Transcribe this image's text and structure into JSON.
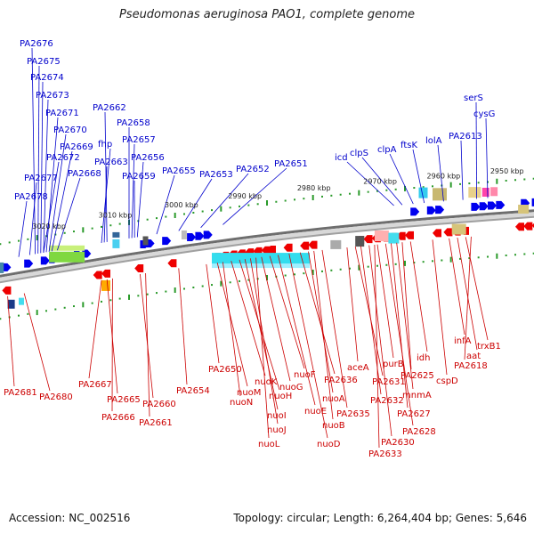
{
  "title": "Pseudomonas aeruginosa PAO1, complete genome",
  "footer": {
    "accession": "Accession: NC_002516",
    "summary": "Topology: circular; Length: 6,264,404 bp; Genes: 5,646"
  },
  "colors": {
    "forward_gene": "#0000ee",
    "reverse_gene": "#ee0000",
    "forward_label": "#0000cc",
    "reverse_label": "#cc0000",
    "backbone": "#888888",
    "tick": "#2a9a2a"
  },
  "scale": {
    "unit": "kbp",
    "labels": [
      {
        "text": "2950 kbp",
        "kbp": 2950
      },
      {
        "text": "2960 kbp",
        "kbp": 2960
      },
      {
        "text": "2970 kbp",
        "kbp": 2970
      },
      {
        "text": "2980 kbp",
        "kbp": 2980
      },
      {
        "text": "2990 kbp",
        "kbp": 2990
      },
      {
        "text": "3000 kbp",
        "kbp": 3000
      },
      {
        "text": "3010 kbp",
        "kbp": 3010
      },
      {
        "text": "3020 kbp",
        "kbp": 3020
      }
    ]
  },
  "forward_genes": [
    {
      "label": "PA2676"
    },
    {
      "label": "PA2675"
    },
    {
      "label": "PA2674"
    },
    {
      "label": "PA2673"
    },
    {
      "label": "PA2671"
    },
    {
      "label": "PA2670"
    },
    {
      "label": "PA2669"
    },
    {
      "label": "PA2672"
    },
    {
      "label": "PA2677"
    },
    {
      "label": "PA2668"
    },
    {
      "label": "PA2678"
    },
    {
      "label": "PA2662"
    },
    {
      "label": "fhp"
    },
    {
      "label": "PA2663"
    },
    {
      "label": "PA2658"
    },
    {
      "label": "PA2657"
    },
    {
      "label": "PA2656"
    },
    {
      "label": "PA2659"
    },
    {
      "label": "PA2655"
    },
    {
      "label": "PA2653"
    },
    {
      "label": "PA2652"
    },
    {
      "label": "PA2651"
    },
    {
      "label": "icd"
    },
    {
      "label": "clpS"
    },
    {
      "label": "clpA"
    },
    {
      "label": "ftsK"
    },
    {
      "label": "lolA"
    },
    {
      "label": "PA2613"
    },
    {
      "label": "serS"
    },
    {
      "label": "cysG"
    }
  ],
  "reverse_genes": [
    {
      "label": "PA2681"
    },
    {
      "label": "PA2680"
    },
    {
      "label": "PA2667"
    },
    {
      "label": "PA2665"
    },
    {
      "label": "PA2666"
    },
    {
      "label": "PA2660"
    },
    {
      "label": "PA2661"
    },
    {
      "label": "PA2654"
    },
    {
      "label": "PA2650"
    },
    {
      "label": "nuoM"
    },
    {
      "label": "nuoN"
    },
    {
      "label": "nuoK"
    },
    {
      "label": "nuoH"
    },
    {
      "label": "nuoI"
    },
    {
      "label": "nuoJ"
    },
    {
      "label": "nuoL"
    },
    {
      "label": "nuoG"
    },
    {
      "label": "nuoF"
    },
    {
      "label": "nuoE"
    },
    {
      "label": "nuoD"
    },
    {
      "label": "PA2636"
    },
    {
      "label": "nuoA"
    },
    {
      "label": "nuoB"
    },
    {
      "label": "PA2635"
    },
    {
      "label": "aceA"
    },
    {
      "label": "PA2631"
    },
    {
      "label": "PA2632"
    },
    {
      "label": "PA2630"
    },
    {
      "label": "PA2633"
    },
    {
      "label": "purB"
    },
    {
      "label": "PA2628"
    },
    {
      "label": "PA2627"
    },
    {
      "label": "mnmA"
    },
    {
      "label": "PA2625"
    },
    {
      "label": "idh"
    },
    {
      "label": "cspD"
    },
    {
      "label": "infA"
    },
    {
      "label": "aat"
    },
    {
      "label": "trxB1"
    },
    {
      "label": "PA2618"
    }
  ]
}
